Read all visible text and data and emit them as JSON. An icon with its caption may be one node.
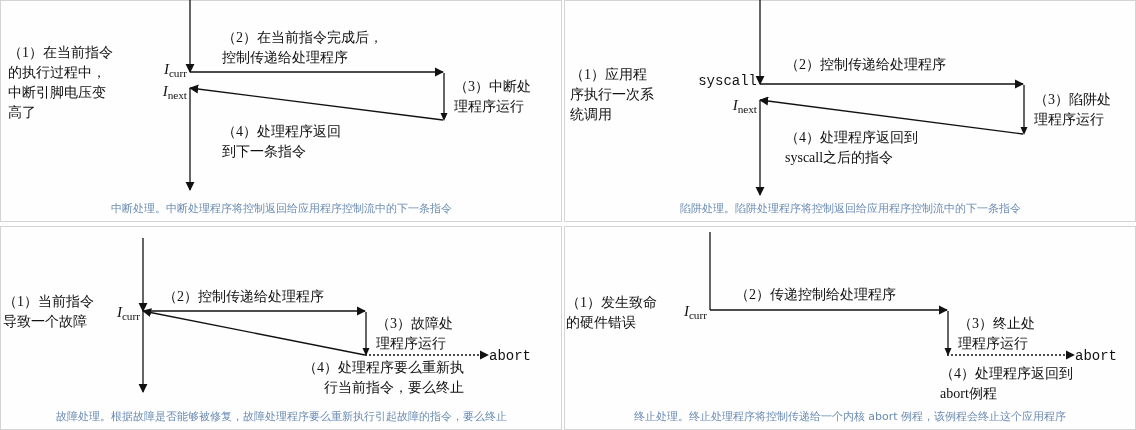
{
  "diagram": {
    "nodes": [
      {
        "text": [
          "中断处理。中断处理程序将控制返回给应用程序控制流中的下一条指令"
        ]
      },
      {
        "text": [
          "*I*$_{curr}$"
        ],
        "in": 0
      },
      {
        "text": [
          "*I*$_{next}$"
        ],
        "in": 0
      },
      {
        "text": [
          "（3）中断处理程序运行"
        ],
        "in": 0
      },
      {
        "text": [
          "陷阱处理。陷阱处理程序将控制返回给应用程序控制流中的下一条指令"
        ]
      },
      {
        "text": [
          "syscall"
        ],
        "in": 4
      },
      {
        "text": [
          "*I*$_{next}$"
        ],
        "in": 4
      },
      {
        "text": [
          "（3）陷阱处理程序运行"
        ],
        "in": 4
      },
      {
        "text": [
          "故障处理。根据故障是否能够被修复，故障处理程序要么重新执行引起故障的指令，要么终止"
        ]
      },
      {
        "text": [
          "*I*$_{curr}$"
        ],
        "in": 8
      },
      {
        "text": [
          "（3）故障处理程序运行"
        ],
        "in": 8
      },
      {
        "text": [
          "abort"
        ],
        "in": 8
      },
      {
        "text": [
          "终止处理。终止处理程序将控制传递给一个内核 abort 例程，该例程会终止这个应用程序"
        ]
      },
      {
        "text": [
          "*I*$_{curr}$"
        ],
        "in": 12
      },
      {
        "text": [
          "（3）终止处理程序运行"
        ],
        "in": 12
      },
      {
        "text": [
          "abort"
        ],
        "in": 12
      }
    ],
    "edges": [
      {
        "from": null,
        "to": 1,
        "arrow": "to"
      },
      {
        "from": 1,
        "to": 3,
        "arrow": "to",
        "label": "（2）在当前指令完成后，控制传递给处理程序"
      },
      {
        "from": 3,
        "to": 2,
        "arrow": "to",
        "label": "（4）处理程序返回到下一条指令"
      },
      {
        "from": 2,
        "to": null,
        "arrow": "to"
      },
      {
        "from": null,
        "to": 5,
        "arrow": "to"
      },
      {
        "from": 5,
        "to": 7,
        "arrow": "to",
        "label": "（2）控制传递给处理程序"
      },
      {
        "from": 7,
        "to": 6,
        "arrow": "to",
        "label": "（4）处理程序返回到syscall之后的指令"
      },
      {
        "from": 6,
        "to": null,
        "arrow": "to"
      },
      {
        "from": null,
        "to": 9,
        "arrow": "to"
      },
      {
        "from": 9,
        "to": null,
        "arrow": "to"
      },
      {
        "from": 9,
        "to": 10,
        "arrow": "to",
        "label": "（2）控制传递给处理程序"
      },
      {
        "from": 10,
        "to": 9,
        "arrow": "to"
      },
      {
        "from": 10,
        "to": 11,
        "arrow": "to",
        "style": "dashed",
        "label": "（4）处理程序要么重新执行当前指令，要么终止"
      },
      {
        "from": null,
        "to": 13,
        "arrow": "none"
      },
      {
        "from": 13,
        "to": 14,
        "arrow": "to",
        "label": "（2）传递控制给处理程序"
      },
      {
        "from": 14,
        "to": 15,
        "arrow": "to",
        "style": "dashed",
        "label": "（4）处理程序返回到abort例程"
      }
    ],
    "labels": [
      "（1）在当前指令的执行过程中，中断引脚电压变高了",
      "（1）应用程序执行一次系统调用",
      "（1）当前指令导致一个故障",
      "（1）发生致命的硬件错误"
    ]
  }
}
